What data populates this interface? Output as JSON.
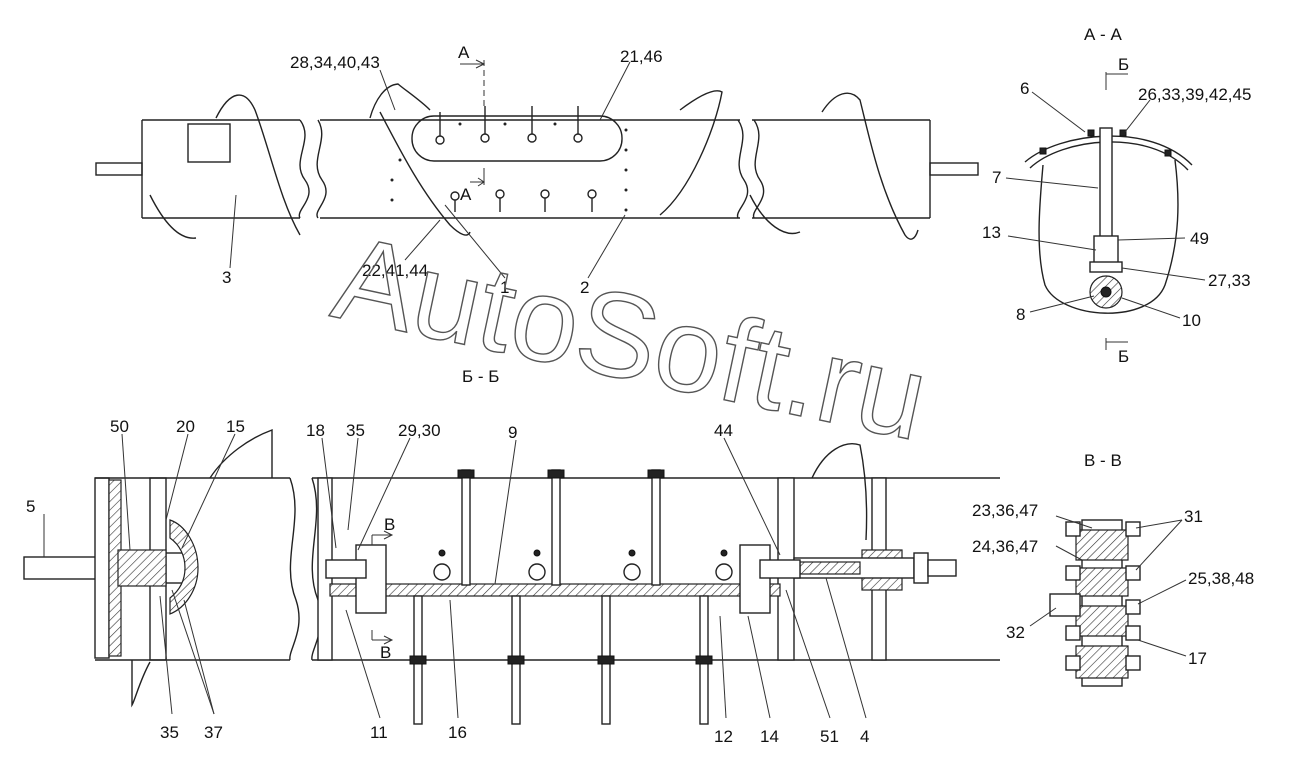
{
  "watermark": "AutoSoft.ru",
  "sections": {
    "aa_top": "A",
    "aa_mid": "A",
    "aa_title": "А - А",
    "bb_mid": "Б - Б",
    "bb_top": "Б",
    "bb_bottom": "Б",
    "vv_top": "В",
    "vv_bottom": "В",
    "vv_title": "В - В"
  },
  "labels": {
    "top": [
      "28,34,40,43",
      "21,46",
      "3",
      "22,41,44",
      "1",
      "2"
    ],
    "aa": [
      "6",
      "26,33,39,42,45",
      "7",
      "13",
      "49",
      "27,33",
      "8",
      "10"
    ],
    "bottom": [
      "50",
      "20",
      "15",
      "18",
      "35",
      "29,30",
      "9",
      "44",
      "5",
      "35",
      "37",
      "11",
      "16",
      "12",
      "14",
      "51",
      "4"
    ],
    "vv": [
      "23,36,47",
      "31",
      "24,36,47",
      "25,38,48",
      "32",
      "17"
    ]
  }
}
